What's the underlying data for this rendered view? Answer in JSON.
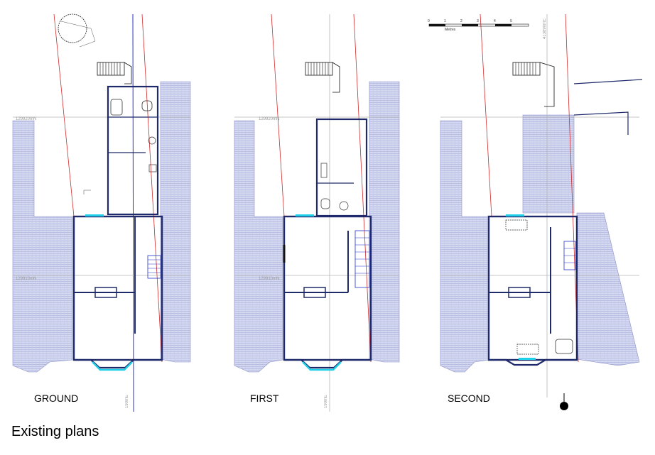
{
  "plans": [
    {
      "key": "ground",
      "label": "GROUND"
    },
    {
      "key": "first",
      "label": "FIRST"
    },
    {
      "key": "second",
      "label": "SECOND"
    }
  ],
  "caption": "Existing plans",
  "grid_labels": {
    "north_a": "129920mN",
    "north_b": "129910mN",
    "east": "190mE",
    "east_top": "413890mE"
  },
  "scale_bar": {
    "ticks": [
      "0",
      "1",
      "2",
      "3",
      "4",
      "5"
    ],
    "unit": "Metres"
  },
  "colors": {
    "hatch": "#c8cdea",
    "wall": "#1f2a6b",
    "boundary": "#d12a2a",
    "grid": "#b5b5b5",
    "glazing": "#20d0e8",
    "axis": "#2433c8"
  }
}
